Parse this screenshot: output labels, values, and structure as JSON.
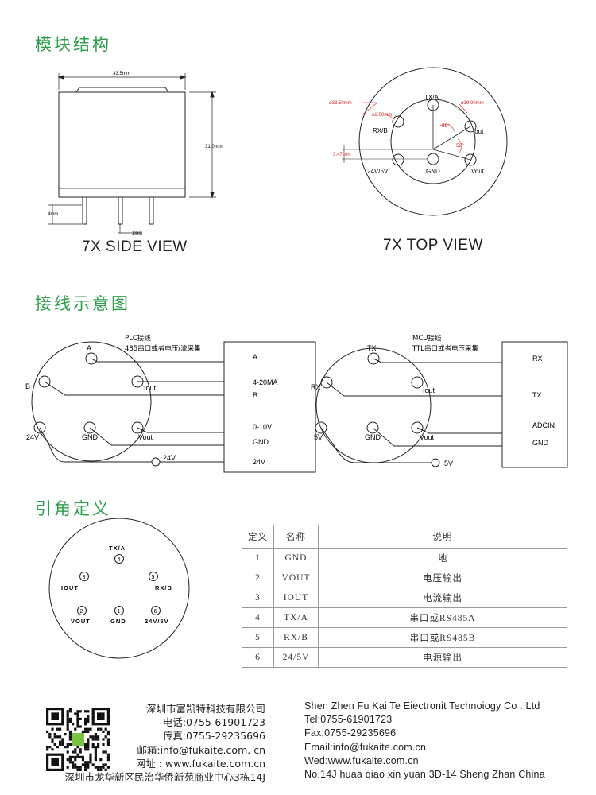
{
  "sections": {
    "structure": "模块结构",
    "wiring": "接线示意图",
    "pins": "引角定义"
  },
  "side_view": {
    "caption": "7X SIDE VIEW",
    "width_dim": "33.5mm",
    "height_dim": "31.0mm",
    "pin_len_dim": "4mm",
    "pin_dia_dim": "1mm"
  },
  "top_view": {
    "caption": "7X TOP VIEW",
    "outer_dia": "ø33.50mm",
    "pin_dia": "ø2.00mm",
    "circle_dia": "ø19.00mm",
    "offset_dim": "3.47mm",
    "angle1": "59°",
    "angle2": "52°",
    "pins": {
      "txa": "TX/A",
      "rxb": "RX/B",
      "iout": "Iout",
      "v24": "24V/5V",
      "gnd": "GND",
      "vout": "Vout"
    }
  },
  "plc": {
    "title": "PLC接线",
    "subtitle": "485串口或者电压/流采集",
    "pin_a": "A",
    "pin_b": "B",
    "pin_iout": "Iout",
    "pin_24v": "24V",
    "pin_gnd": "GND",
    "pin_vout": "Vout",
    "supply": "24V",
    "terminals": [
      "A",
      "4-20MA",
      "B",
      "0-10V",
      "GND",
      "24V"
    ]
  },
  "mcu": {
    "title": "MCU接线",
    "subtitle": "TTL串口或者电压采集",
    "pin_tx": "TX",
    "pin_rx": "RX",
    "pin_iout": "Iout",
    "pin_5v": "5V",
    "pin_gnd": "GND",
    "pin_vout": "Vout",
    "supply": "5V",
    "terminals": [
      "RX",
      "TX",
      "ADCIN",
      "GND"
    ]
  },
  "pin_diagram": {
    "txa_label": "TX/A",
    "iout_label": "IOUT",
    "rxb_label": "RX/B",
    "vout_label": "VOUT",
    "gnd_label": "GND",
    "v24_label": "24V/5V",
    "n1": "1",
    "n2": "2",
    "n3": "3",
    "n4": "4",
    "n5": "5",
    "n6": "6"
  },
  "pin_table": {
    "headers": [
      "定义",
      "名称",
      "说明"
    ],
    "rows": [
      [
        "1",
        "GND",
        "地"
      ],
      [
        "2",
        "VOUT",
        "电压输出"
      ],
      [
        "3",
        "IOUT",
        "电流输出"
      ],
      [
        "4",
        "TX/A",
        "串口或RS485A"
      ],
      [
        "5",
        "RX/B",
        "串口或RS485B"
      ],
      [
        "6",
        "24/5V",
        "电源输出"
      ]
    ]
  },
  "footer": {
    "cn": [
      "深圳市富凯特科技有限公司",
      "电话:0755-61901723",
      "传真:0755-29235696",
      "邮箱:info@fukaite.com. cn",
      "网址 : www.fukaite.com.cn",
      "深圳市龙华新区民治华侨新苑商业中心3栋14J"
    ],
    "en": [
      "Shen Zhen Fu Kai Te Eiectronit Technoiogy Co .,Ltd",
      "Tel:0755-61901723",
      "Fax:0755-29235696",
      "Email:info@fukaite.com.cn",
      "Wed:www.fukaite.com.cn",
      "No.14J huaa qiao xin yuan 3D-14 Sheng Zhan China"
    ]
  },
  "colors": {
    "accent": "#2f9e4a",
    "dim_red": "#d42020",
    "line": "#222222"
  }
}
